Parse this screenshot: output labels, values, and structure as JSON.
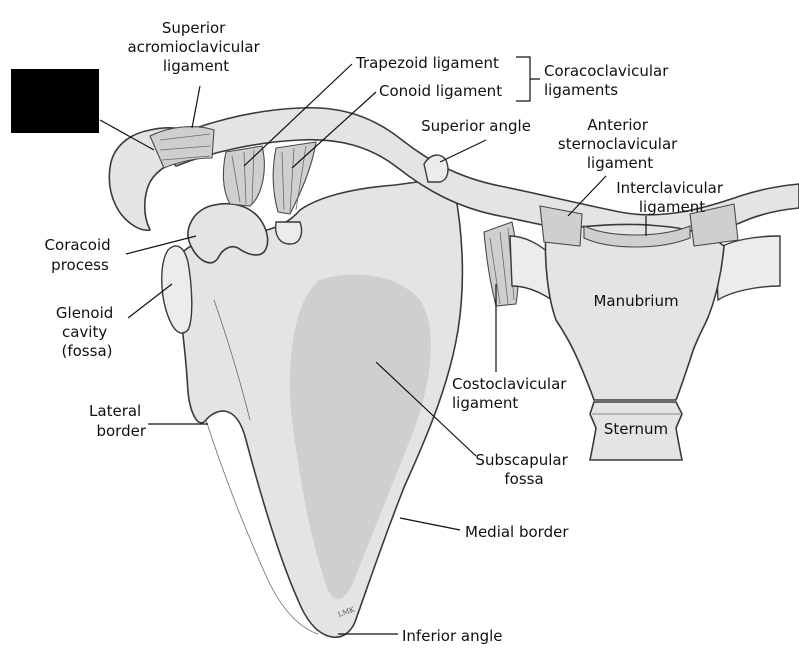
{
  "labels": {
    "superior_acromioclavicular": [
      "Superior",
      "acromioclavicular",
      "ligament"
    ],
    "trapezoid": "Trapezoid ligament",
    "conoid": "Conoid ligament",
    "coracoclavicular": [
      "Coracoclavicular",
      "ligaments"
    ],
    "superior_angle": "Superior angle",
    "anterior_sternoclavicular": [
      "Anterior",
      "sternoclavicular",
      "ligament"
    ],
    "interclavicular": [
      "Interclavicular",
      "ligament"
    ],
    "coracoid_process": [
      "Coracoid",
      "process"
    ],
    "glenoid_cavity": [
      "Glenoid",
      "cavity",
      "(fossa)"
    ],
    "manubrium": "Manubrium",
    "costoclavicular": [
      "Costoclavicular",
      "ligament"
    ],
    "lateral_border": [
      "Lateral",
      "border"
    ],
    "sternum": "Sternum",
    "subscapular_fossa": [
      "Subscapular",
      "fossa"
    ],
    "medial_border": "Medial border",
    "inferior_angle": "Inferior angle",
    "signature": "LMK"
  },
  "colors": {
    "redaction_box": "#000000",
    "bone": "#e4e4e4",
    "line": "#111111"
  }
}
